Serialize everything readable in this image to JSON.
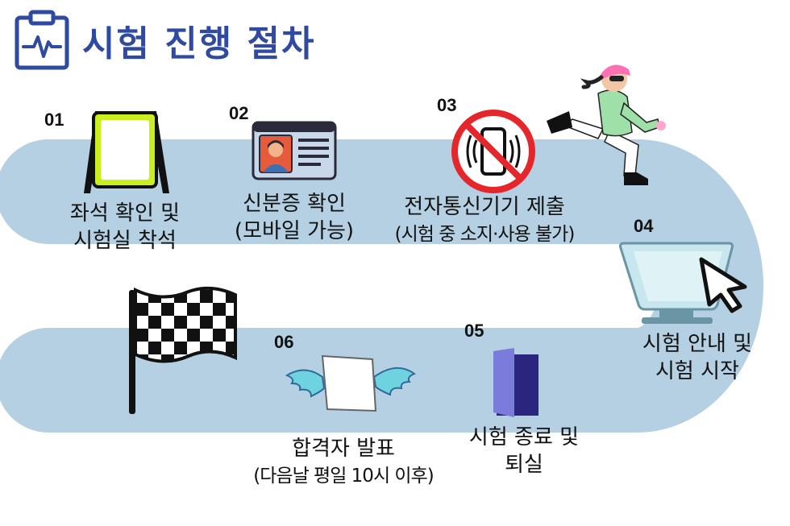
{
  "title": "시험 진행 절차",
  "colors": {
    "title": "#2f4aa0",
    "track": "#b5d0e2",
    "track_border": "#ffffff",
    "frame": "#c9f01e",
    "forbid": "#e5262a"
  },
  "icons": {
    "header": "clipboard-heartbeat-icon",
    "step1": "a-frame-sign-icon",
    "step2": "id-card-icon",
    "step3": "no-phone-icon",
    "step4": "monitor-cursor-icon",
    "step5": "exit-door-icon",
    "step6": "winged-paper-icon",
    "finish": "checkered-flag-icon",
    "runner": "running-person-illustration"
  },
  "steps": [
    {
      "num": "01",
      "line1": "좌석 확인 및",
      "line2": "시험실 착석"
    },
    {
      "num": "02",
      "line1": "신분증 확인",
      "line2": "(모바일 가능)"
    },
    {
      "num": "03",
      "line1": "전자통신기기 제출",
      "line2": "(시험 중 소지·사용 불가)"
    },
    {
      "num": "04",
      "line1": "시험 안내 및",
      "line2": "시험 시작"
    },
    {
      "num": "05",
      "line1": "시험 종료 및",
      "line2": "퇴실"
    },
    {
      "num": "06",
      "line1": "합격자 발표",
      "line2": "(다음날 평일 10시 이후)"
    }
  ]
}
